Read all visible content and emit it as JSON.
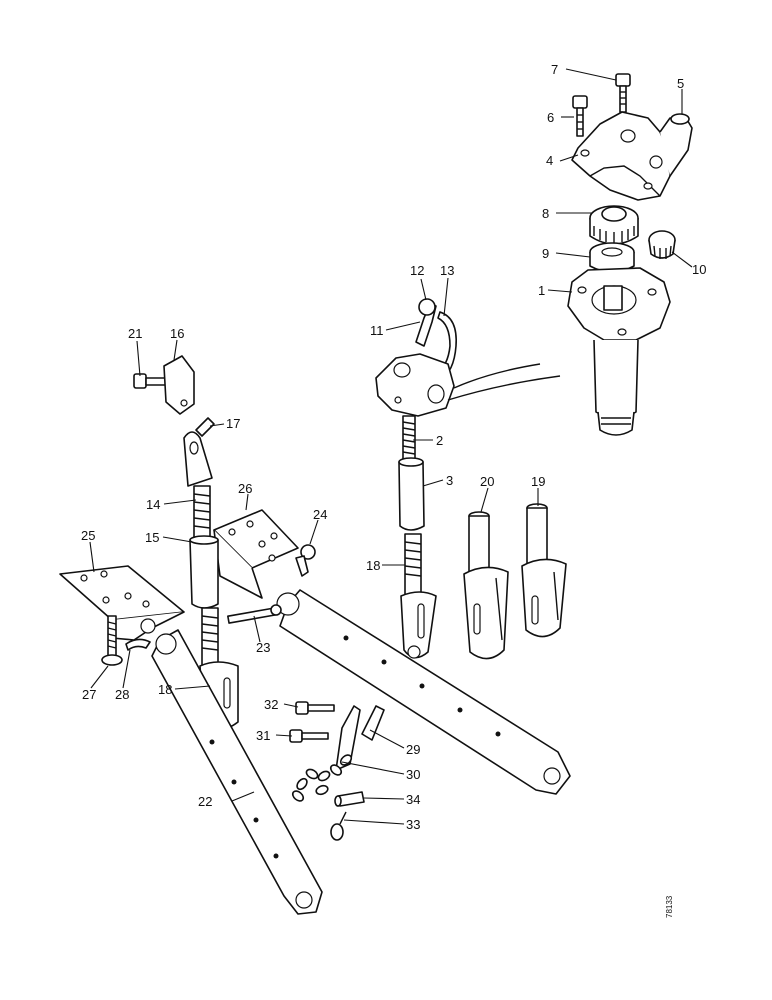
{
  "figure": {
    "reference_code": "78133"
  },
  "callouts": {
    "c1": "1",
    "c2": "2",
    "c3": "3",
    "c4": "4",
    "c5": "5",
    "c6": "6",
    "c7": "7",
    "c8": "8",
    "c9": "9",
    "c10": "10",
    "c11": "11",
    "c12": "12",
    "c13": "13",
    "c14": "14",
    "c15": "15",
    "c16": "16",
    "c17": "17",
    "c18a": "18",
    "c18b": "18",
    "c19": "19",
    "c20": "20",
    "c21": "21",
    "c22": "22",
    "c23": "23",
    "c24": "24",
    "c25": "25",
    "c26": "26",
    "c27": "27",
    "c28": "28",
    "c29": "29",
    "c30": "30",
    "c31": "31",
    "c32": "32",
    "c33": "33",
    "c34": "34"
  }
}
